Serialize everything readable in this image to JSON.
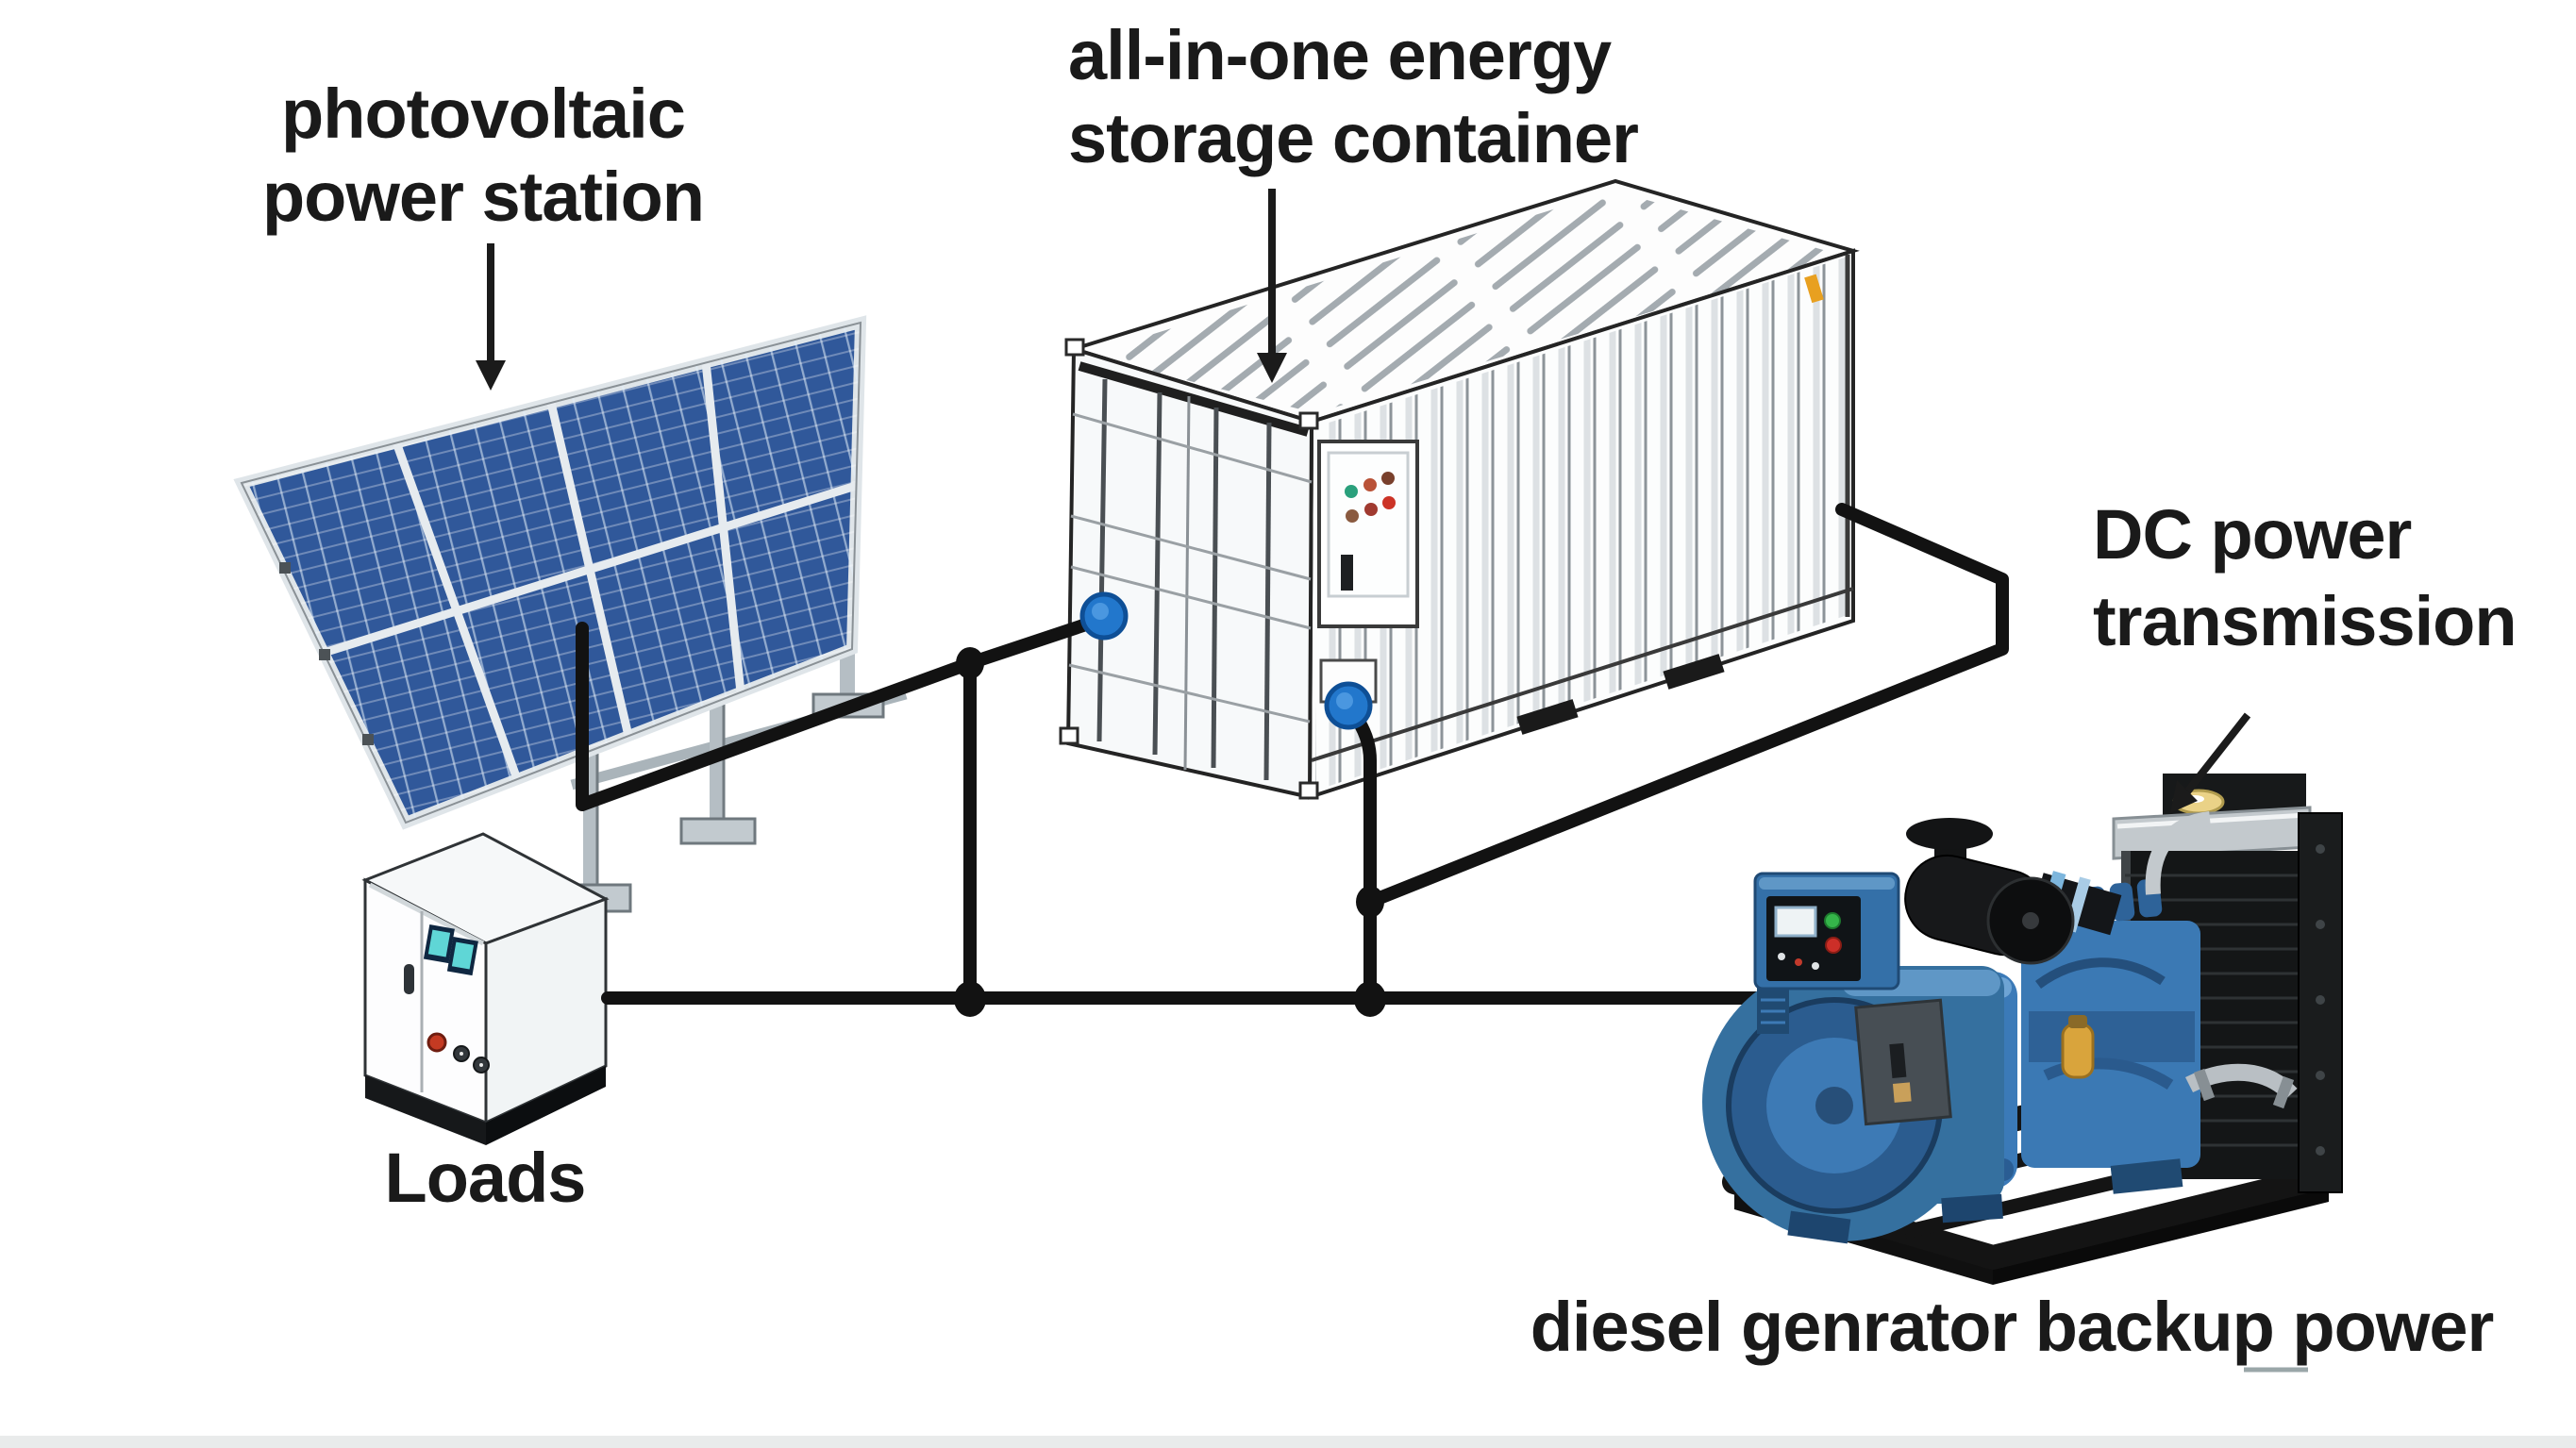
{
  "labels": {
    "pv": {
      "line1": "photovoltaic",
      "line2": "power station"
    },
    "storage": {
      "line1": "all-in-one energy",
      "line2": "storage container"
    },
    "dc": {
      "line1": "DC power",
      "line2": "transmission"
    },
    "loads": {
      "text": "Loads"
    },
    "diesel": {
      "text": "diesel genrator backup power"
    }
  },
  "diagram": {
    "nodes": [
      {
        "id": "pv-array",
        "label": "photovoltaic power station"
      },
      {
        "id": "container",
        "label": "all-in-one energy storage container"
      },
      {
        "id": "loads",
        "label": "Loads"
      },
      {
        "id": "genset",
        "label": "diesel genrator backup power"
      }
    ],
    "edges": [
      {
        "from": "pv-array",
        "to": "container",
        "via": "junction-upper-left"
      },
      {
        "from": "junction-upper-left",
        "to": "dc-bus"
      },
      {
        "from": "container",
        "to": "dc-bus",
        "via": "right-port"
      },
      {
        "from": "container",
        "to": "junction-right",
        "note": "DC power transmission"
      },
      {
        "from": "loads",
        "to": "genset",
        "note": "horizontal dc bus"
      }
    ]
  },
  "palette": {
    "text": "#1a1a1a",
    "wire": "#121212",
    "panel_blue": "#30589a",
    "panel_frame": "#e2e8ec",
    "machine_blue": "#3470a8",
    "machine_blue_dark": "#24517c",
    "port_blue": "#2277cc",
    "radiator_black": "#17191a",
    "silver": "#c3c9cd",
    "accent_orange": "#e8a020",
    "accent_yellow": "#ead287",
    "screen_teal": "#5fd6d6",
    "button_green": "#35b54a",
    "button_red": "#cc2f28",
    "footer_strip": "#e9ebeb"
  }
}
